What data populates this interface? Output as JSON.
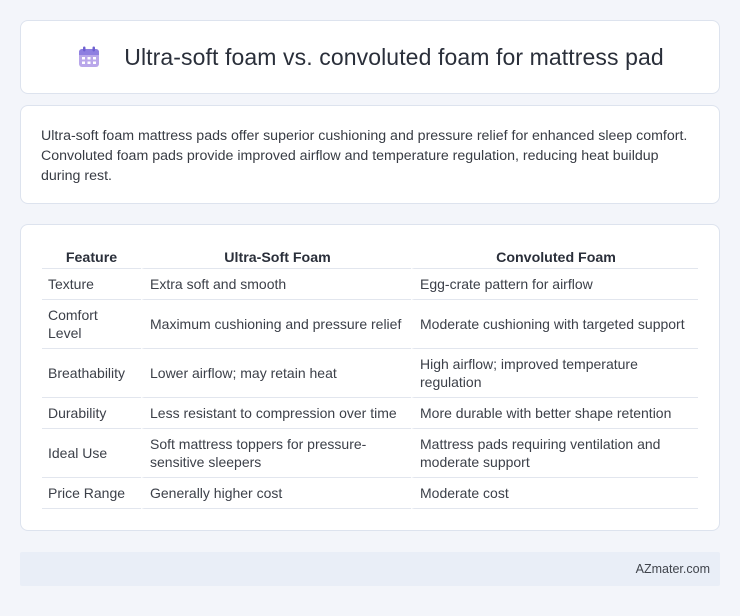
{
  "header": {
    "title": "Ultra-soft foam vs. convoluted foam for mattress pad",
    "icon": "calendar-icon"
  },
  "summary": {
    "text": "Ultra-soft foam mattress pads offer superior cushioning and pressure relief for enhanced sleep comfort. Convoluted foam pads provide improved airflow and temperature regulation, reducing heat buildup during rest."
  },
  "table": {
    "headers": [
      "Feature",
      "Ultra-Soft Foam",
      "Convoluted Foam"
    ],
    "rows": [
      [
        "Texture",
        "Extra soft and smooth",
        "Egg-crate pattern for airflow"
      ],
      [
        "Comfort Level",
        "Maximum cushioning and pressure relief",
        "Moderate cushioning with targeted support"
      ],
      [
        "Breathability",
        "Lower airflow; may retain heat",
        "High airflow; improved temperature regulation"
      ],
      [
        "Durability",
        "Less resistant to compression over time",
        "More durable with better shape retention"
      ],
      [
        "Ideal Use",
        "Soft mattress toppers for pressure-sensitive sleepers",
        "Mattress pads requiring ventilation and moderate support"
      ],
      [
        "Price Range",
        "Generally higher cost",
        "Moderate cost"
      ]
    ]
  },
  "footer": {
    "brand": "AZmater.com"
  }
}
